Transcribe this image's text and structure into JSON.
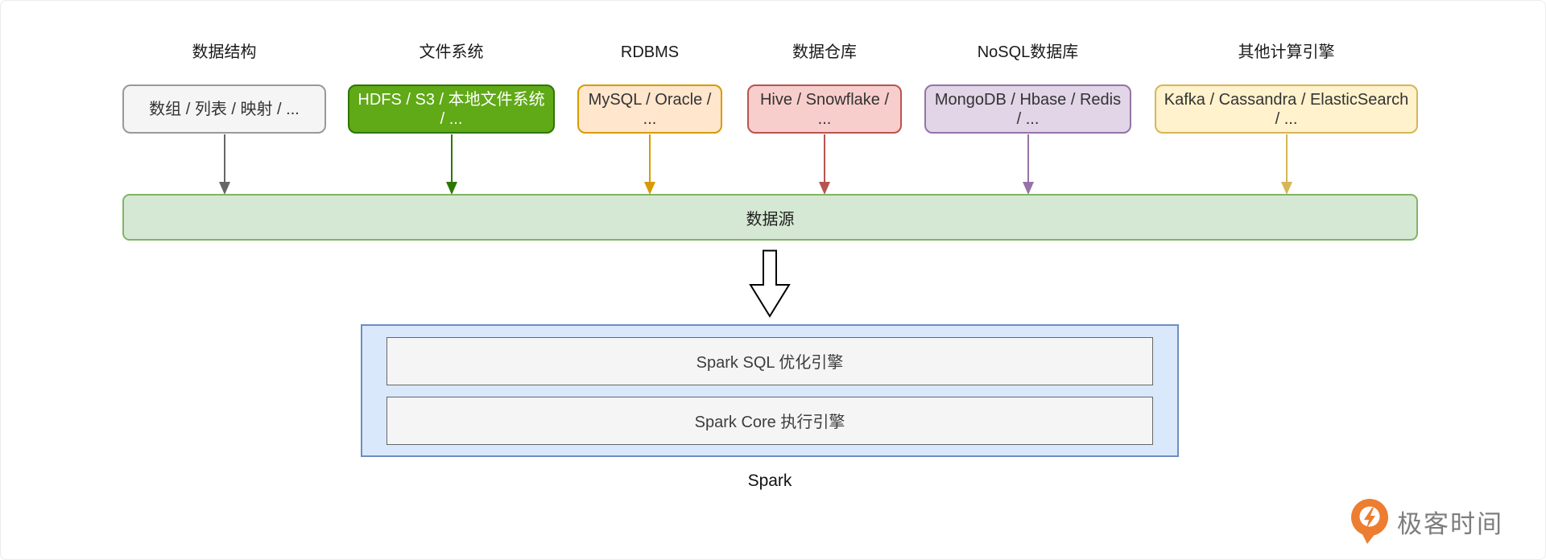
{
  "diagram": {
    "sources": [
      {
        "category": "数据结构",
        "examples": "数组 / 列表 / 映射 / ...",
        "fill": "#f5f5f5",
        "border": "#999999",
        "text_color": "#333333",
        "arrow_color": "#666666"
      },
      {
        "category": "文件系统",
        "examples": "HDFS / S3 / 本地文件系统 / ...",
        "fill": "#60a917",
        "border": "#2d7600",
        "text_color": "#ffffff",
        "arrow_color": "#2d7600"
      },
      {
        "category": "RDBMS",
        "examples": "MySQL / Oracle / ...",
        "fill": "#ffe6cc",
        "border": "#d79b00",
        "text_color": "#333333",
        "arrow_color": "#d79b00"
      },
      {
        "category": "数据仓库",
        "examples": "Hive / Snowflake / ...",
        "fill": "#f8cecc",
        "border": "#b85450",
        "text_color": "#333333",
        "arrow_color": "#b85450"
      },
      {
        "category": "NoSQL数据库",
        "examples": "MongoDB / Hbase / Redis / ...",
        "fill": "#e1d5e7",
        "border": "#9673a6",
        "text_color": "#333333",
        "arrow_color": "#9673a6"
      },
      {
        "category": "其他计算引擎",
        "examples": "Kafka / Cassandra / ElasticSearch / ...",
        "fill": "#fff2cc",
        "border": "#d6b656",
        "text_color": "#333333",
        "arrow_color": "#d6b656"
      }
    ],
    "data_source_bar": {
      "label": "数据源",
      "fill": "#d5e8d4",
      "border": "#82b366"
    },
    "flow_arrow": {
      "outline": "#000000",
      "fill": "#ffffff"
    },
    "spark": {
      "container_fill": "#dae8fc",
      "container_border": "#6c8ebf",
      "engine_fill": "#f5f5f5",
      "engine_border": "#666666",
      "engines": [
        {
          "label": "Spark SQL 优化引擎"
        },
        {
          "label": "Spark Core 执行引擎"
        }
      ],
      "caption": "Spark"
    }
  },
  "branding": {
    "logo_text": "极客时间",
    "logo_color": "#ed7d31"
  }
}
